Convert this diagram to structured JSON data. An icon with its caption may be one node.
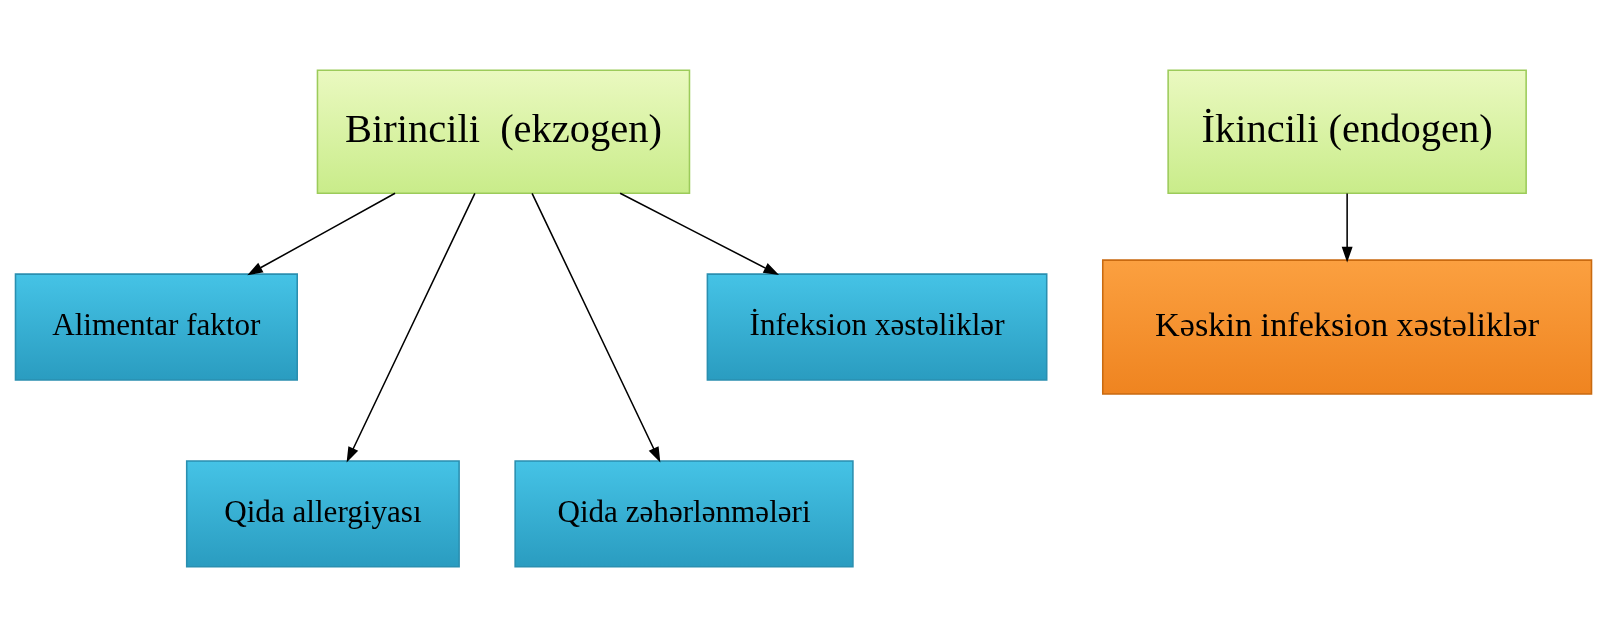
{
  "diagram": {
    "nodes": [
      {
        "text": [
          "Birincili  (ekzogen)"
        ]
      },
      {
        "text": [
          "Alimentar faktor"
        ]
      },
      {
        "text": [
          "Qida allergiyası"
        ]
      },
      {
        "text": [
          "Qida zəhərlənmələri"
        ]
      },
      {
        "text": [
          "İnfeksion xəstəliklər"
        ]
      },
      {
        "text": [
          "İkincili (endogen)"
        ]
      },
      {
        "text": [
          "Kəskin infeksion xəstəliklər"
        ]
      }
    ],
    "edges": [
      {
        "from": 0,
        "to": 1,
        "arrow": "to"
      },
      {
        "from": 0,
        "to": 2,
        "arrow": "to"
      },
      {
        "from": 0,
        "to": 3,
        "arrow": "to"
      },
      {
        "from": 0,
        "to": 4,
        "arrow": "to"
      },
      {
        "from": 5,
        "to": 6,
        "arrow": "to"
      }
    ]
  }
}
